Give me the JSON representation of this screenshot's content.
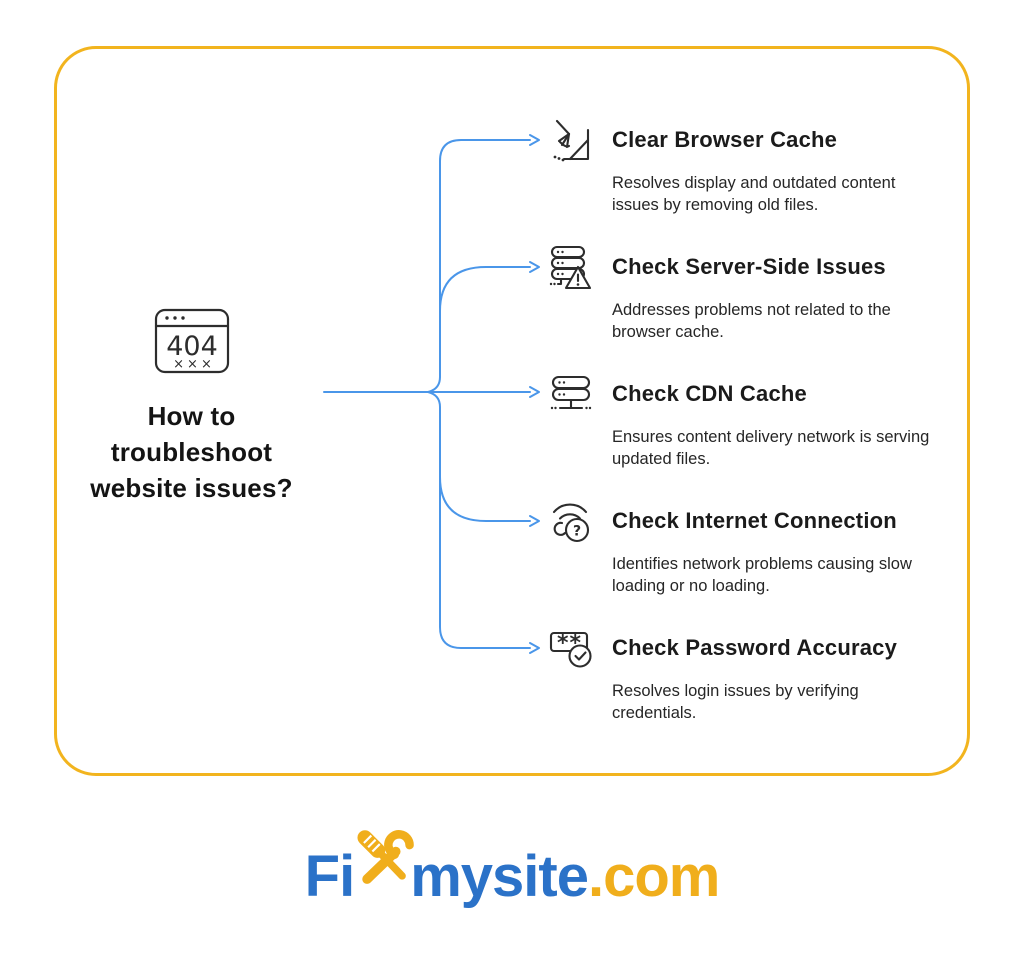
{
  "center": {
    "title_lines": [
      "How to",
      "troubleshoot",
      "website issues?"
    ],
    "error_code": "404",
    "error_marks": "×××"
  },
  "branches": [
    {
      "title": "Clear Browser Cache",
      "description": "Resolves display and outdated content issues by removing old files.",
      "icon": "broom-sweep-icon"
    },
    {
      "title": "Check Server-Side Issues",
      "description": "Addresses problems not related to the browser cache.",
      "icon": "server-warning-icon"
    },
    {
      "title": "Check CDN Cache",
      "description": "Ensures content delivery network is serving updated files.",
      "icon": "cdn-server-icon"
    },
    {
      "title": "Check Internet Connection",
      "description": "Identifies network problems causing slow loading or no loading.",
      "icon": "wifi-question-icon"
    },
    {
      "title": "Check Password Accuracy",
      "description": "Resolves login issues by verifying credentials.",
      "icon": "password-check-icon"
    }
  ],
  "icon_glyphs": {
    "warning_mark": "!",
    "question_mark": "?",
    "password_asterisks": "**"
  },
  "logo": {
    "prefix": "Fi",
    "x_icon": "crossed-tools-icon",
    "middle": "mysite",
    "suffix": ".com"
  },
  "colors": {
    "border_yellow": "#F2B41E",
    "accent_blue": "#4A96E9",
    "brand_blue": "#2B72C8",
    "brand_yellow": "#F0AE1C",
    "icon_stroke": "#2D2D2D",
    "text_dark": "#1B1B1B"
  }
}
